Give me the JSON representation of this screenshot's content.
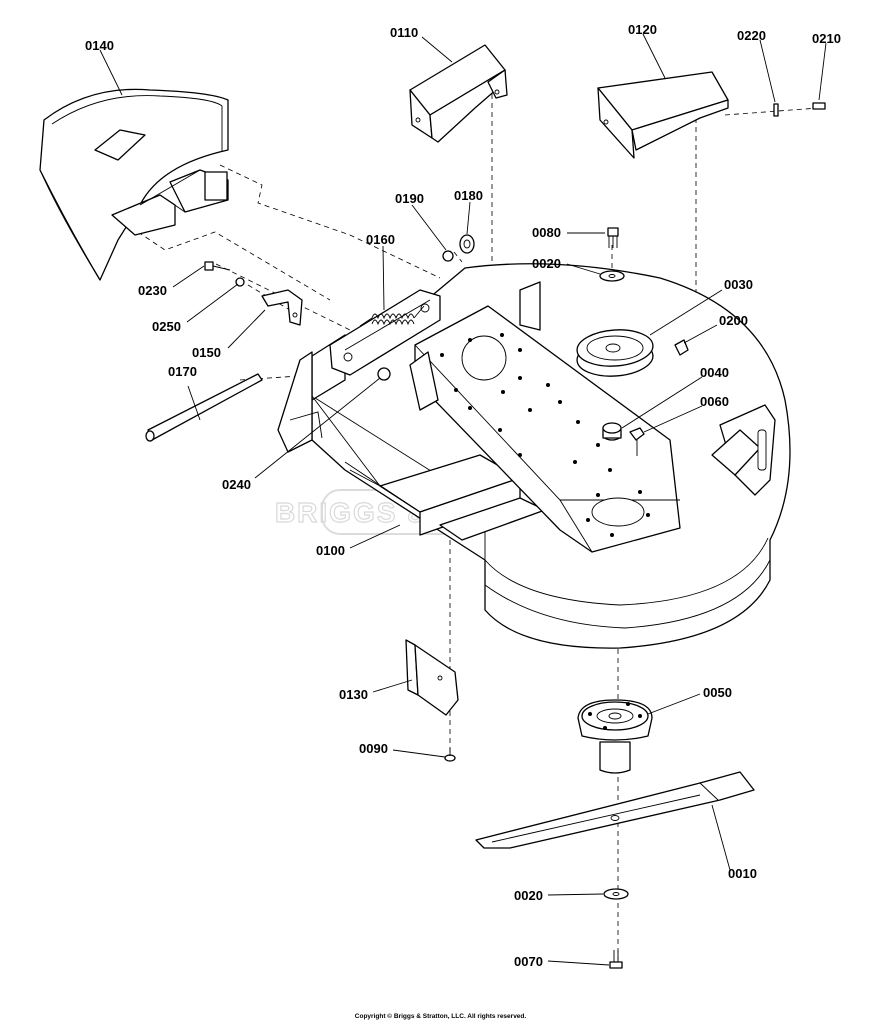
{
  "diagram": {
    "watermark": "BRIGGS & STRATTON",
    "copyright": "Copyright © Briggs & Stratton, LLC. All rights reserved.",
    "parts": {
      "p0140": "0140",
      "p0110": "0110",
      "p0120": "0120",
      "p0220": "0220",
      "p0210": "0210",
      "p0190": "0190",
      "p0180": "0180",
      "p0160": "0160",
      "p0080": "0080",
      "p0020_top": "0020",
      "p0230": "0230",
      "p0030": "0030",
      "p0250": "0250",
      "p0200": "0200",
      "p0150": "0150",
      "p0170": "0170",
      "p0040": "0040",
      "p0060": "0060",
      "p0240": "0240",
      "p0100": "0100",
      "p0130": "0130",
      "p0050": "0050",
      "p0090": "0090",
      "p0010": "0010",
      "p0020_bottom": "0020",
      "p0070": "0070"
    }
  }
}
